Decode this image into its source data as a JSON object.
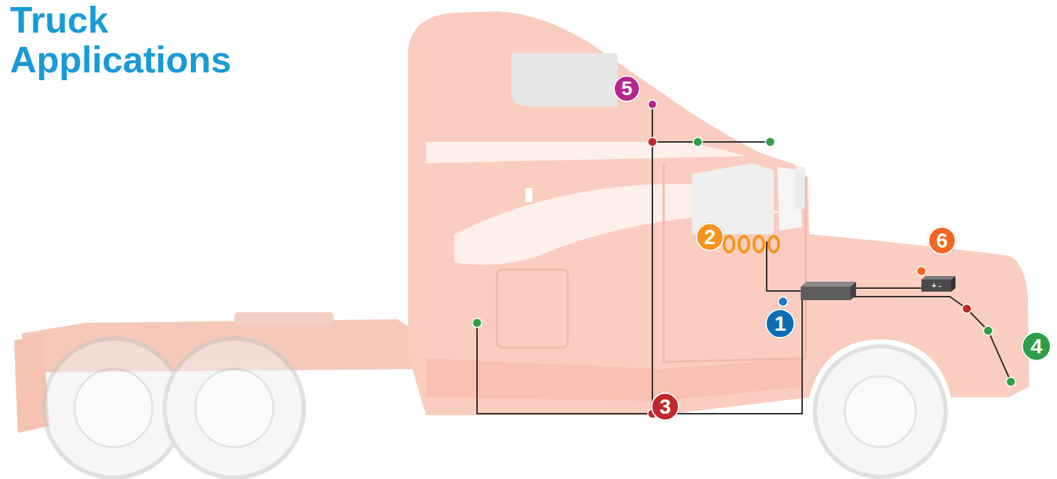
{
  "diagram": {
    "title": "Truck Applications",
    "labels": [
      "5",
      "2",
      "6",
      "1",
      "4",
      "3",
      "+ -"
    ]
  }
}
